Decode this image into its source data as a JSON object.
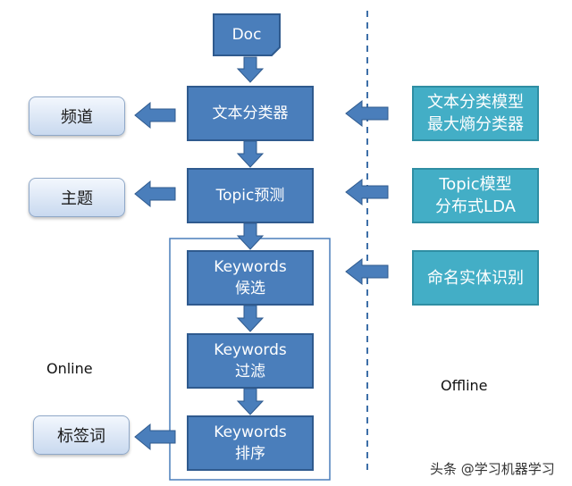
{
  "pipeline": {
    "doc": "Doc",
    "classifier": "文本分类器",
    "topic_predict": "Topic预测",
    "kw_candidate": {
      "line1": "Keywords",
      "line2": "候选"
    },
    "kw_filter": {
      "line1": "Keywords",
      "line2": "过滤"
    },
    "kw_rank": {
      "line1": "Keywords",
      "line2": "排序"
    }
  },
  "outputs": {
    "channel": "频道",
    "topic": "主题",
    "tag_words": "标签词"
  },
  "offline": {
    "classifier_model": {
      "line1": "文本分类模型",
      "line2": "最大熵分类器"
    },
    "topic_model": {
      "line1": "Topic模型",
      "line2": "分布式LDA"
    },
    "ner": "命名实体识别"
  },
  "labels": {
    "online": "Online",
    "offline": "Offline"
  },
  "watermark": "头条 @学习机器学习",
  "colors": {
    "main_box": "#4a7ebb",
    "offline_box": "#43aec6",
    "side_box_gradient": [
      "#f3f7fd",
      "#c9d9ef"
    ],
    "dashed_line": "#3d6fa8"
  }
}
